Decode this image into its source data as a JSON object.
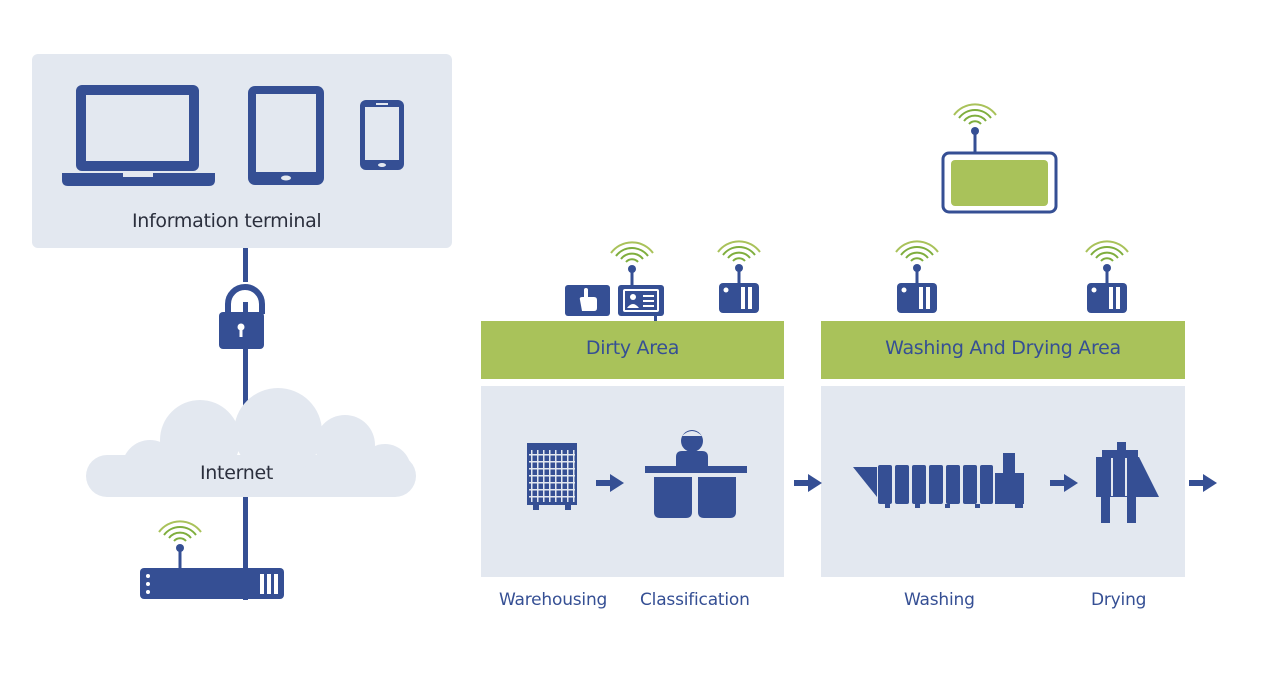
{
  "labels": {
    "information_terminal": "Information terminal",
    "internet": "Internet",
    "dirty_area": "Dirty Area",
    "washing_drying_area": "Washing And Drying Area",
    "warehousing": "Warehousing",
    "classification": "Classification",
    "washing": "Washing",
    "drying": "Drying"
  },
  "icons": [
    "laptop-icon",
    "tablet-icon",
    "phone-icon",
    "lock-icon",
    "cloud-icon",
    "router-icon",
    "wifi-icon",
    "touch-reader-icon",
    "id-card-reader-icon",
    "rfid-reader-icon",
    "display-screen-icon",
    "rack-icon",
    "worker-table-icon",
    "tunnel-washer-icon",
    "dryer-icon",
    "arrow-right-icon"
  ],
  "colors": {
    "primary_blue": "#354f94",
    "panel_bg": "#e3e8f0",
    "area_green": "#a9c25a",
    "wifi_green": "#7fae3e",
    "text_dark": "#2b2f3d"
  }
}
